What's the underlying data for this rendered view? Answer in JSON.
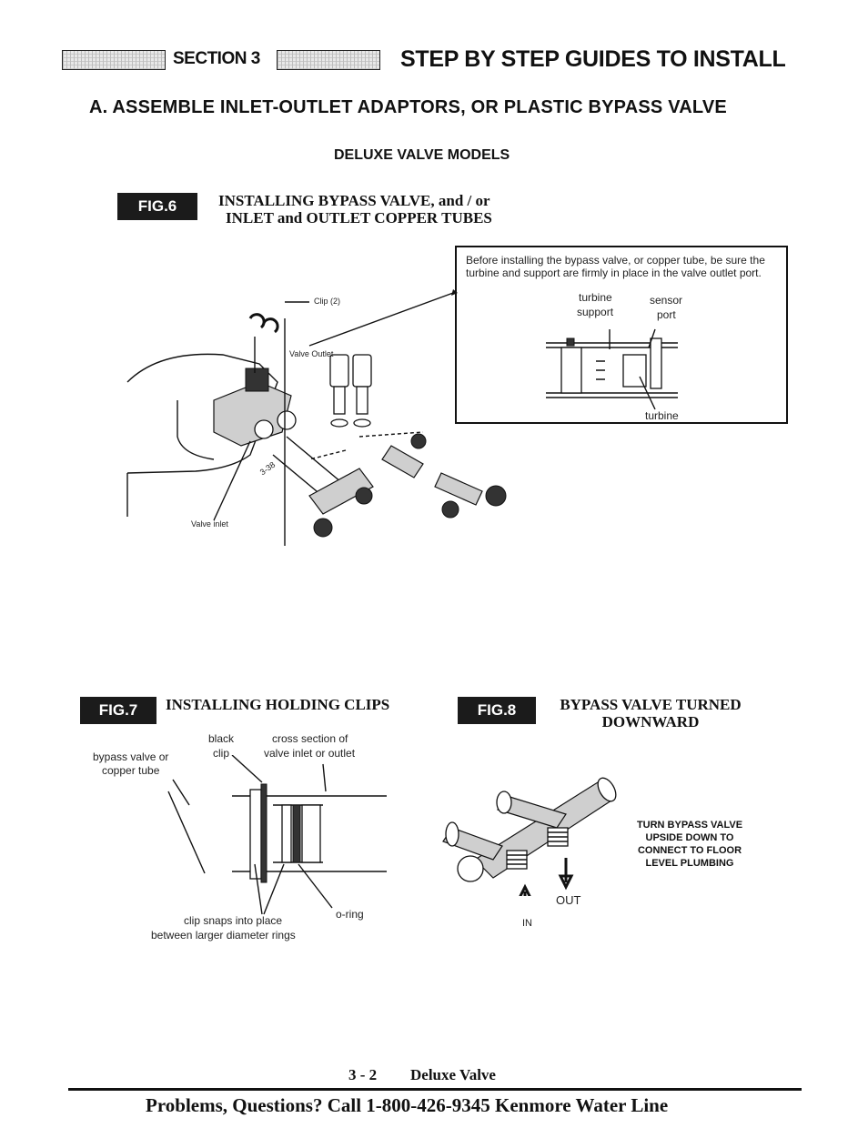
{
  "header": {
    "section_label": "SECTION 3",
    "title": "STEP BY STEP GUIDES TO INSTALL"
  },
  "subtitle": "A. ASSEMBLE INLET-OUTLET ADAPTORS, OR PLASTIC BYPASS VALVE",
  "models_heading": "DELUXE VALVE MODELS",
  "fig6": {
    "tag": "FIG.6",
    "caption_line1": "INSTALLING BYPASS VALVE, and / or",
    "caption_line2": "INLET and OUTLET COPPER TUBES",
    "labels": {
      "clip": "Clip (2)",
      "valve_outlet": "Valve Outlet",
      "valve_inlet": "Valve inlet",
      "part_number": "3-38"
    },
    "note": {
      "text": "Before installing the bypass valve, or copper tube, be sure the turbine and support are firmly in place in the valve outlet port.",
      "turbine_support_line1": "turbine",
      "turbine_support_line2": "support",
      "sensor_port_line1": "sensor",
      "sensor_port_line2": "port",
      "turbine": "turbine"
    }
  },
  "fig7": {
    "tag": "FIG.7",
    "caption": "INSTALLING HOLDING CLIPS",
    "labels": {
      "black_clip_line1": "black",
      "black_clip_line2": "clip",
      "cross_section_line1": "cross section of",
      "cross_section_line2": "valve inlet or outlet",
      "bypass_line1": "bypass valve or",
      "bypass_line2": "copper tube",
      "clip_snaps_line1": "clip snaps into place",
      "clip_snaps_line2": "between larger diameter rings",
      "oring": "o-ring"
    }
  },
  "fig8": {
    "tag": "FIG.8",
    "caption_line1": "BYPASS VALVE TURNED",
    "caption_line2": "DOWNWARD",
    "note_lines": [
      "TURN BYPASS VALVE",
      "UPSIDE DOWN TO",
      "CONNECT TO FLOOR",
      "LEVEL PLUMBING"
    ],
    "out_label": "OUT",
    "in_label": "IN"
  },
  "footer": {
    "page_ref": "3 - 2",
    "page_name": "Deluxe Valve",
    "help_line": "Problems, Questions? Call 1-800-426-9345 Kenmore Water Line"
  }
}
